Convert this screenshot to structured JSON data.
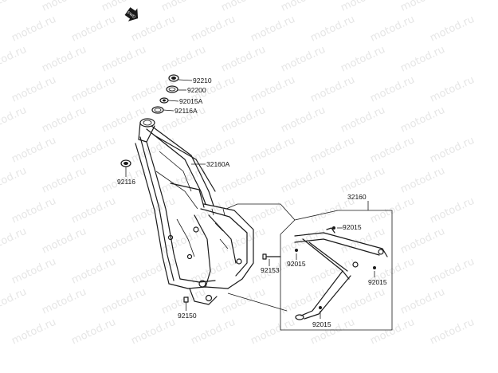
{
  "watermark": {
    "text": "motod.ru"
  },
  "fwd_badge": {
    "text": "FWD"
  },
  "parts": [
    {
      "id": "p92210",
      "label": "92210"
    },
    {
      "id": "p92200",
      "label": "92200"
    },
    {
      "id": "p92015A",
      "label": "92015A"
    },
    {
      "id": "p92116A",
      "label": "92116A"
    },
    {
      "id": "p32160A",
      "label": "32160A"
    },
    {
      "id": "p92116",
      "label": "92116"
    },
    {
      "id": "p32160",
      "label": "32160"
    },
    {
      "id": "p92015a",
      "label": "92015"
    },
    {
      "id": "p92015b",
      "label": "92015"
    },
    {
      "id": "p92153",
      "label": "92153"
    },
    {
      "id": "p92015c",
      "label": "92015"
    },
    {
      "id": "p92015d",
      "label": "92015"
    },
    {
      "id": "p92150",
      "label": "92150"
    }
  ]
}
